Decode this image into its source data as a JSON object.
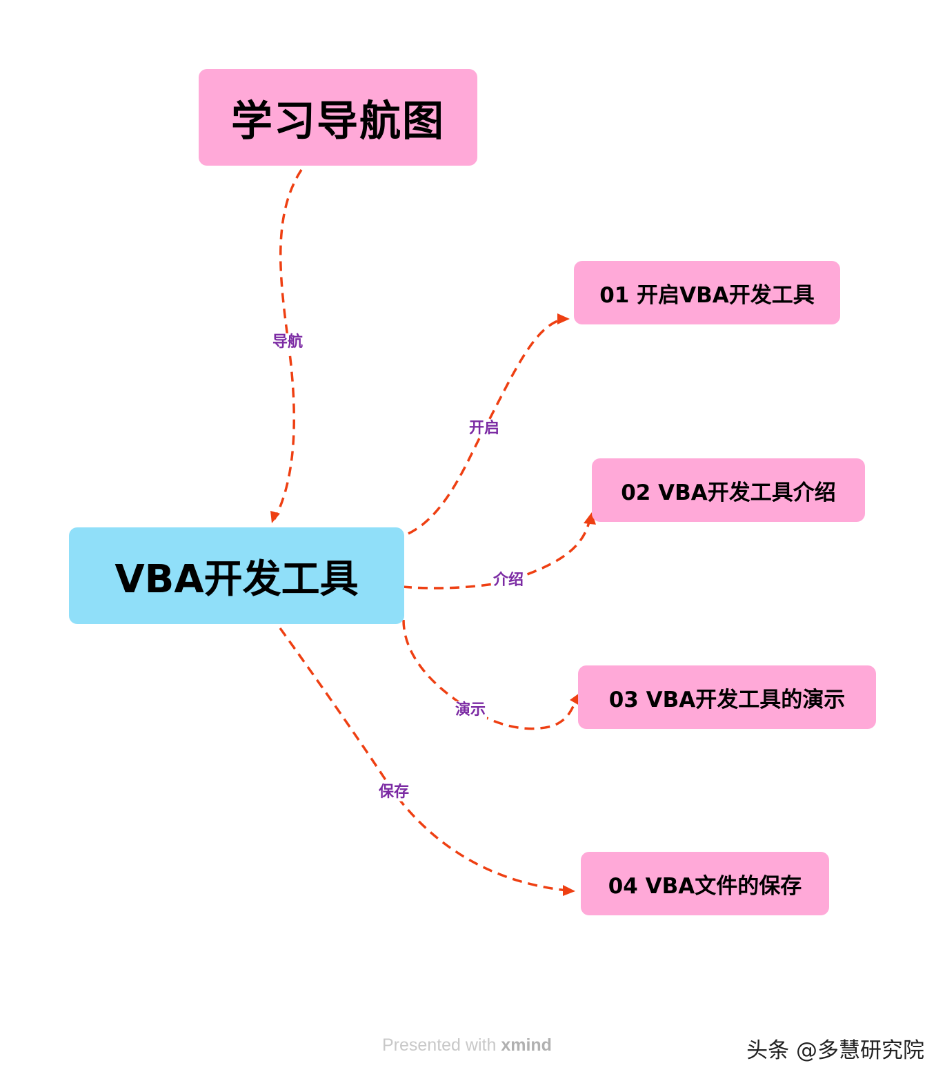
{
  "mindmap": {
    "title": "学习导航图",
    "root": "VBA开发工具",
    "children": [
      {
        "label": "01 开启VBA开发工具",
        "edge_label": "开启"
      },
      {
        "label": "02 VBA开发工具介绍",
        "edge_label": "介绍"
      },
      {
        "label": "03 VBA开发工具的演示",
        "edge_label": "演示"
      },
      {
        "label": "04 VBA文件的保存",
        "edge_label": "保存"
      }
    ],
    "title_edge_label": "导航",
    "colors": {
      "node_pink": "#ffa9d8",
      "node_blue": "#90dff9",
      "edge": "#ee3f12",
      "edge_label": "#7b2aa3"
    }
  },
  "footer": {
    "presented_prefix": "Presented with",
    "presented_brand": "xmind",
    "watermark": "头条 @多慧研究院"
  }
}
